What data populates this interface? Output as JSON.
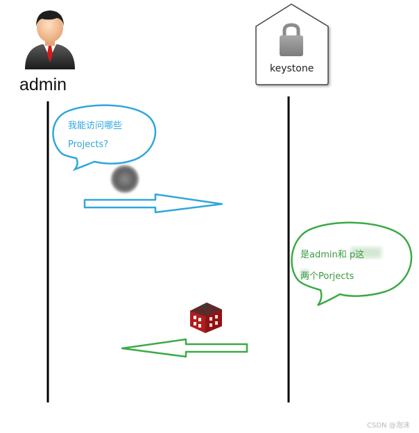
{
  "actors": {
    "user": {
      "label": "admin"
    },
    "service": {
      "label": "keystone"
    }
  },
  "messages": {
    "request": {
      "line1": "我能访问哪些",
      "line2": "Projects?",
      "color": "#2ea6dc"
    },
    "response": {
      "line1": "是admin和        p这",
      "line2": "两个Porjects",
      "color": "#3a9a40"
    }
  },
  "icons": {
    "user": "businessman-avatar-icon",
    "service": "padlock-icon",
    "request_token": "blurred-token-icon",
    "response_item": "red-building-icon"
  },
  "watermark": "CSDN @泡沫"
}
